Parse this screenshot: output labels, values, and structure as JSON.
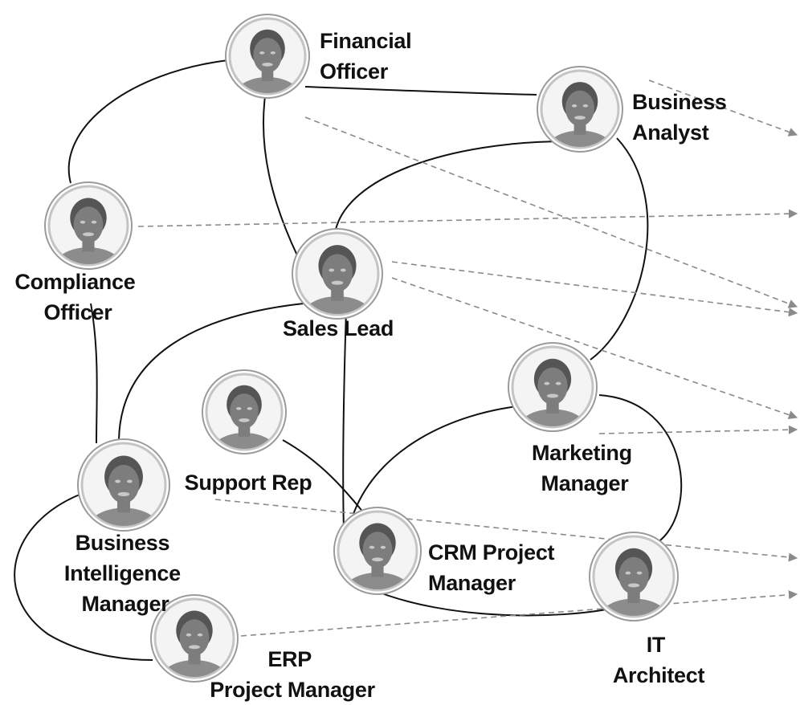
{
  "people": [
    {
      "id": "financial-officer",
      "lines": [
        "Financial",
        "Officer"
      ]
    },
    {
      "id": "business-analyst",
      "lines": [
        "Business",
        "Analyst"
      ]
    },
    {
      "id": "compliance-officer",
      "lines": [
        "Compliance",
        "Officer"
      ]
    },
    {
      "id": "sales-lead",
      "lines": [
        "Sales Lead"
      ]
    },
    {
      "id": "support-rep",
      "lines": [
        "Support Rep"
      ]
    },
    {
      "id": "marketing-manager",
      "lines": [
        "Marketing",
        "Manager"
      ]
    },
    {
      "id": "business-intelligence-manager",
      "lines": [
        "Business",
        "Intelligence",
        "Manager"
      ]
    },
    {
      "id": "crm-project-manager",
      "lines": [
        "CRM Project",
        "Manager"
      ]
    },
    {
      "id": "it-architect",
      "lines": [
        "IT",
        "Architect"
      ]
    },
    {
      "id": "erp-project-manager",
      "lines": [
        "ERP",
        "Project Manager"
      ]
    }
  ],
  "colors": {
    "solid_edge": "#111111",
    "dashed_edge": "#8a8a8a",
    "avatar_ring": "#9a9a9a"
  },
  "icon": "person-avatar-icon"
}
